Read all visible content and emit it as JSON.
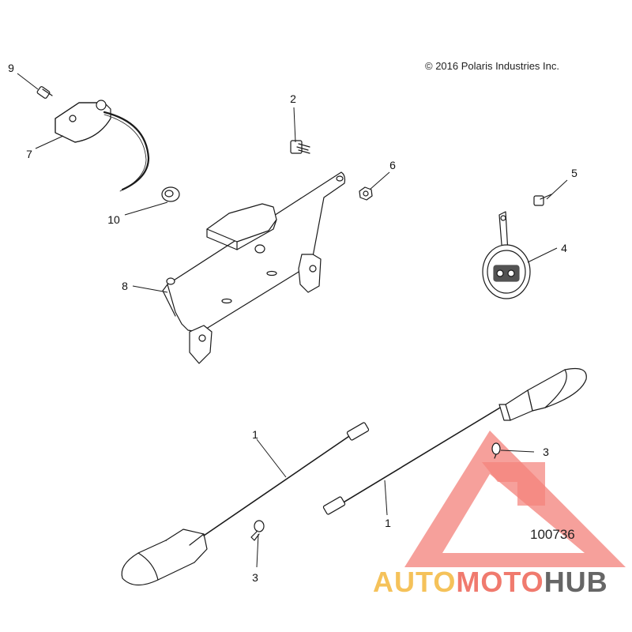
{
  "copyright": "© 2016  Polaris Industries Inc.",
  "figure_number": "100736",
  "callouts": [
    "1",
    "1",
    "2",
    "3",
    "3",
    "4",
    "5",
    "6",
    "7",
    "8",
    "9",
    "10"
  ],
  "watermark": {
    "part1": "AUTO",
    "part2": "MOTO",
    "part3": "HUB",
    "color1": "#f5c25a",
    "color2": "#f07a6e",
    "color3": "#666666",
    "logo_color": "#f26b63"
  },
  "colors": {
    "line": "#1a1a1a",
    "text": "#111111"
  }
}
